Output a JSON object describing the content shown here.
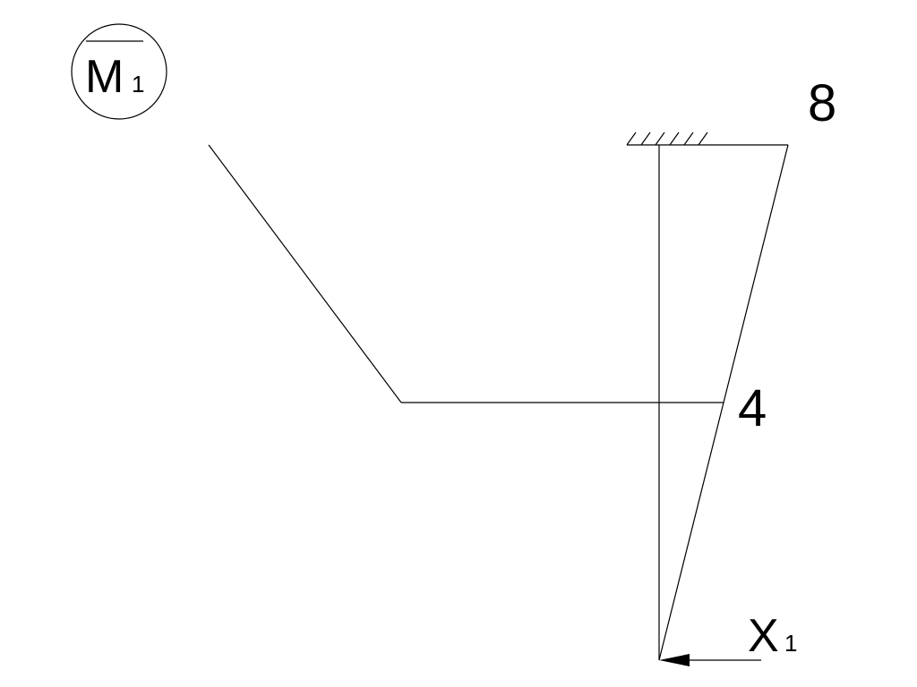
{
  "diagram": {
    "title_letter": "M",
    "title_subscript": "1",
    "moment_top": "8",
    "moment_mid": "4",
    "force_letter": "X",
    "force_subscript": "1"
  },
  "colors": {
    "ink": "#000000",
    "background": "#ffffff"
  }
}
